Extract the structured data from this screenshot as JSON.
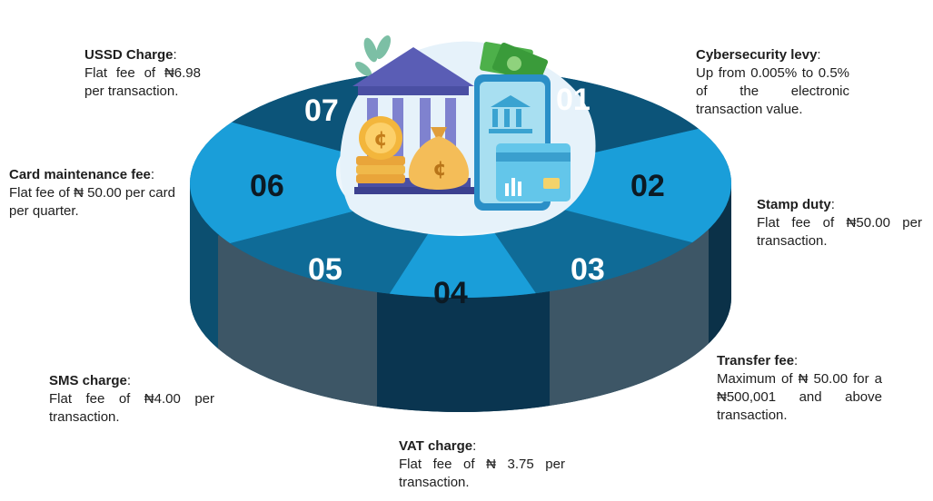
{
  "segments": [
    {
      "number": "01",
      "title": "Cybersecurity levy",
      "text": "Up from 0.005% to 0.5% of the electronic transaction value."
    },
    {
      "number": "02",
      "title": "Stamp duty",
      "text": "Flat fee of ₦50.00 per transaction."
    },
    {
      "number": "03",
      "title": "Transfer fee",
      "text": "Maximum of ₦ 50.00 for a ₦500,001 and above transaction."
    },
    {
      "number": "04",
      "title": "VAT charge",
      "text": "Flat fee of ₦ 3.75 per transaction."
    },
    {
      "number": "05",
      "title": "SMS charge",
      "text": "Flat fee of ₦4.00 per transaction."
    },
    {
      "number": "06",
      "title": "Card maintenance fee",
      "text": "Flat fee of ₦ 50.00 per card per quarter."
    },
    {
      "number": "07",
      "title": "USSD Charge",
      "text": "Flat fee of ₦6.98 per transaction."
    }
  ],
  "icons": [
    "bank-building-icon",
    "coin-icon",
    "money-bag-icon",
    "banknote-icon",
    "mobile-phone-icon",
    "credit-card-icon",
    "plant-leaf-icon"
  ],
  "colors": {
    "light_blue": "#1a9ed9",
    "mid_blue": "#0f6b97",
    "dark_blue": "#0c5479",
    "side_slate": "#3c5565",
    "side_navy": "#0b3650"
  }
}
